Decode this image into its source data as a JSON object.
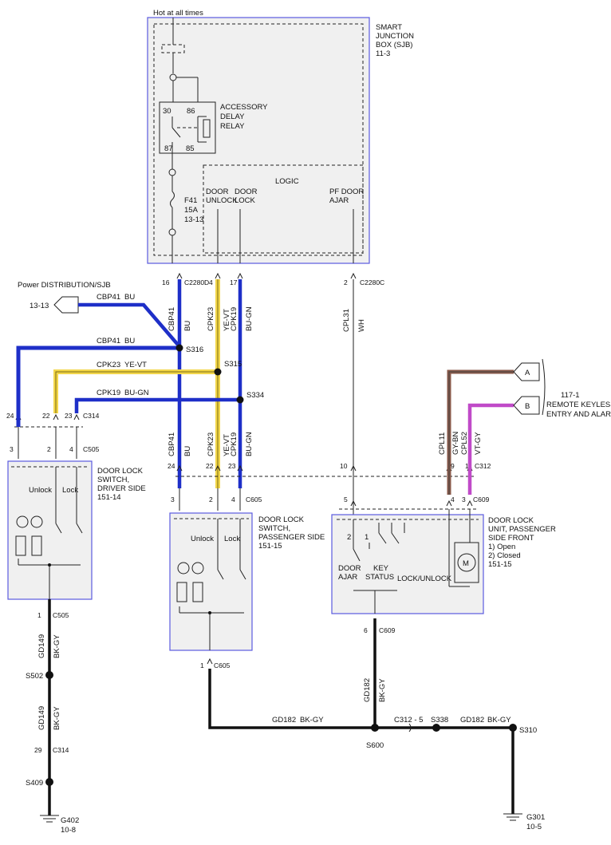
{
  "top": {
    "hot_label": "Hot at all times"
  },
  "sjb": {
    "title_lines": [
      "SMART",
      "JUNCTION",
      "BOX (SJB)",
      "11-3"
    ],
    "relay_lines": [
      "ACCESSORY",
      "DELAY",
      "RELAY"
    ],
    "relay_pins": [
      "30",
      "86",
      "87",
      "85"
    ],
    "logic": "LOGIC",
    "door_unlock": [
      "DOOR",
      "UNLOCK"
    ],
    "door_lock": [
      "DOOR",
      "LOCK"
    ],
    "pf_door_ajar": [
      "PF DOOR",
      "AJAR"
    ],
    "fuse_lines": [
      "F41",
      "15A",
      "13-13"
    ]
  },
  "connectors": {
    "c2280d": "C2280D",
    "c2280c": "C2280C",
    "c314": "C314",
    "c505": "C505",
    "c605": "C605",
    "c312": "C312",
    "c609": "C609",
    "pin16": "16",
    "pin4": "4",
    "pin17": "17",
    "pin2": "2",
    "pin24": "24",
    "pin22": "22",
    "pin23": "23",
    "pin3": "3",
    "pin1": "1",
    "pin10": "10",
    "pin9": "9",
    "pin11": "11",
    "pin5": "5",
    "pin6": "6",
    "pin29": "29"
  },
  "power": {
    "label": "Power DISTRIBUTION/SJB",
    "ref": "13-13"
  },
  "wires": {
    "cbp41": "CBP41",
    "bu": "BU",
    "cpk23": "CPK23",
    "yevt": "YE-VT",
    "cpk19": "CPK19",
    "bugn": "BU-GN",
    "cpl31": "CPL31",
    "wh": "WH",
    "cpl11": "CPL11",
    "gybn": "GY-BN",
    "cpl52": "CPL52",
    "vtgy": "VT-GY",
    "gd149": "GD149",
    "bkgy": "BK-GY",
    "gd182": "GD182",
    "c312_5": "C312 - 5"
  },
  "splices": {
    "s316": "S316",
    "s315": "S315",
    "s334": "S334",
    "s502": "S502",
    "s409": "S409",
    "s600": "S600",
    "s338": "S338",
    "s310": "S310"
  },
  "driver_switch": {
    "lines": [
      "DOOR LOCK",
      "SWITCH,",
      "DRIVER SIDE",
      "151-14"
    ],
    "unlock": "Unlock",
    "lock": "Lock"
  },
  "pass_switch": {
    "lines": [
      "DOOR LOCK",
      "SWITCH,",
      "PASSENGER SIDE",
      "151-15"
    ],
    "unlock": "Unlock",
    "lock": "Lock"
  },
  "lock_unit": {
    "lines": [
      "DOOR LOCK",
      "UNIT, PASSENGER",
      "SIDE FRONT",
      "1) Open",
      "2) Closed",
      "151-15"
    ],
    "door_ajar": [
      "DOOR",
      "AJAR"
    ],
    "key_status": [
      "KEY",
      "STATUS"
    ],
    "lock_unlock": "LOCK/UNLOCK",
    "motor": "M"
  },
  "rke": {
    "a": "A",
    "b": "B",
    "lines": [
      "117-1",
      "REMOTE KEYLESS",
      "ENTRY AND ALARM"
    ]
  },
  "grounds": {
    "g402": "G402",
    "g402_ref": "10-8",
    "g301": "G301",
    "g301_ref": "10-5"
  }
}
